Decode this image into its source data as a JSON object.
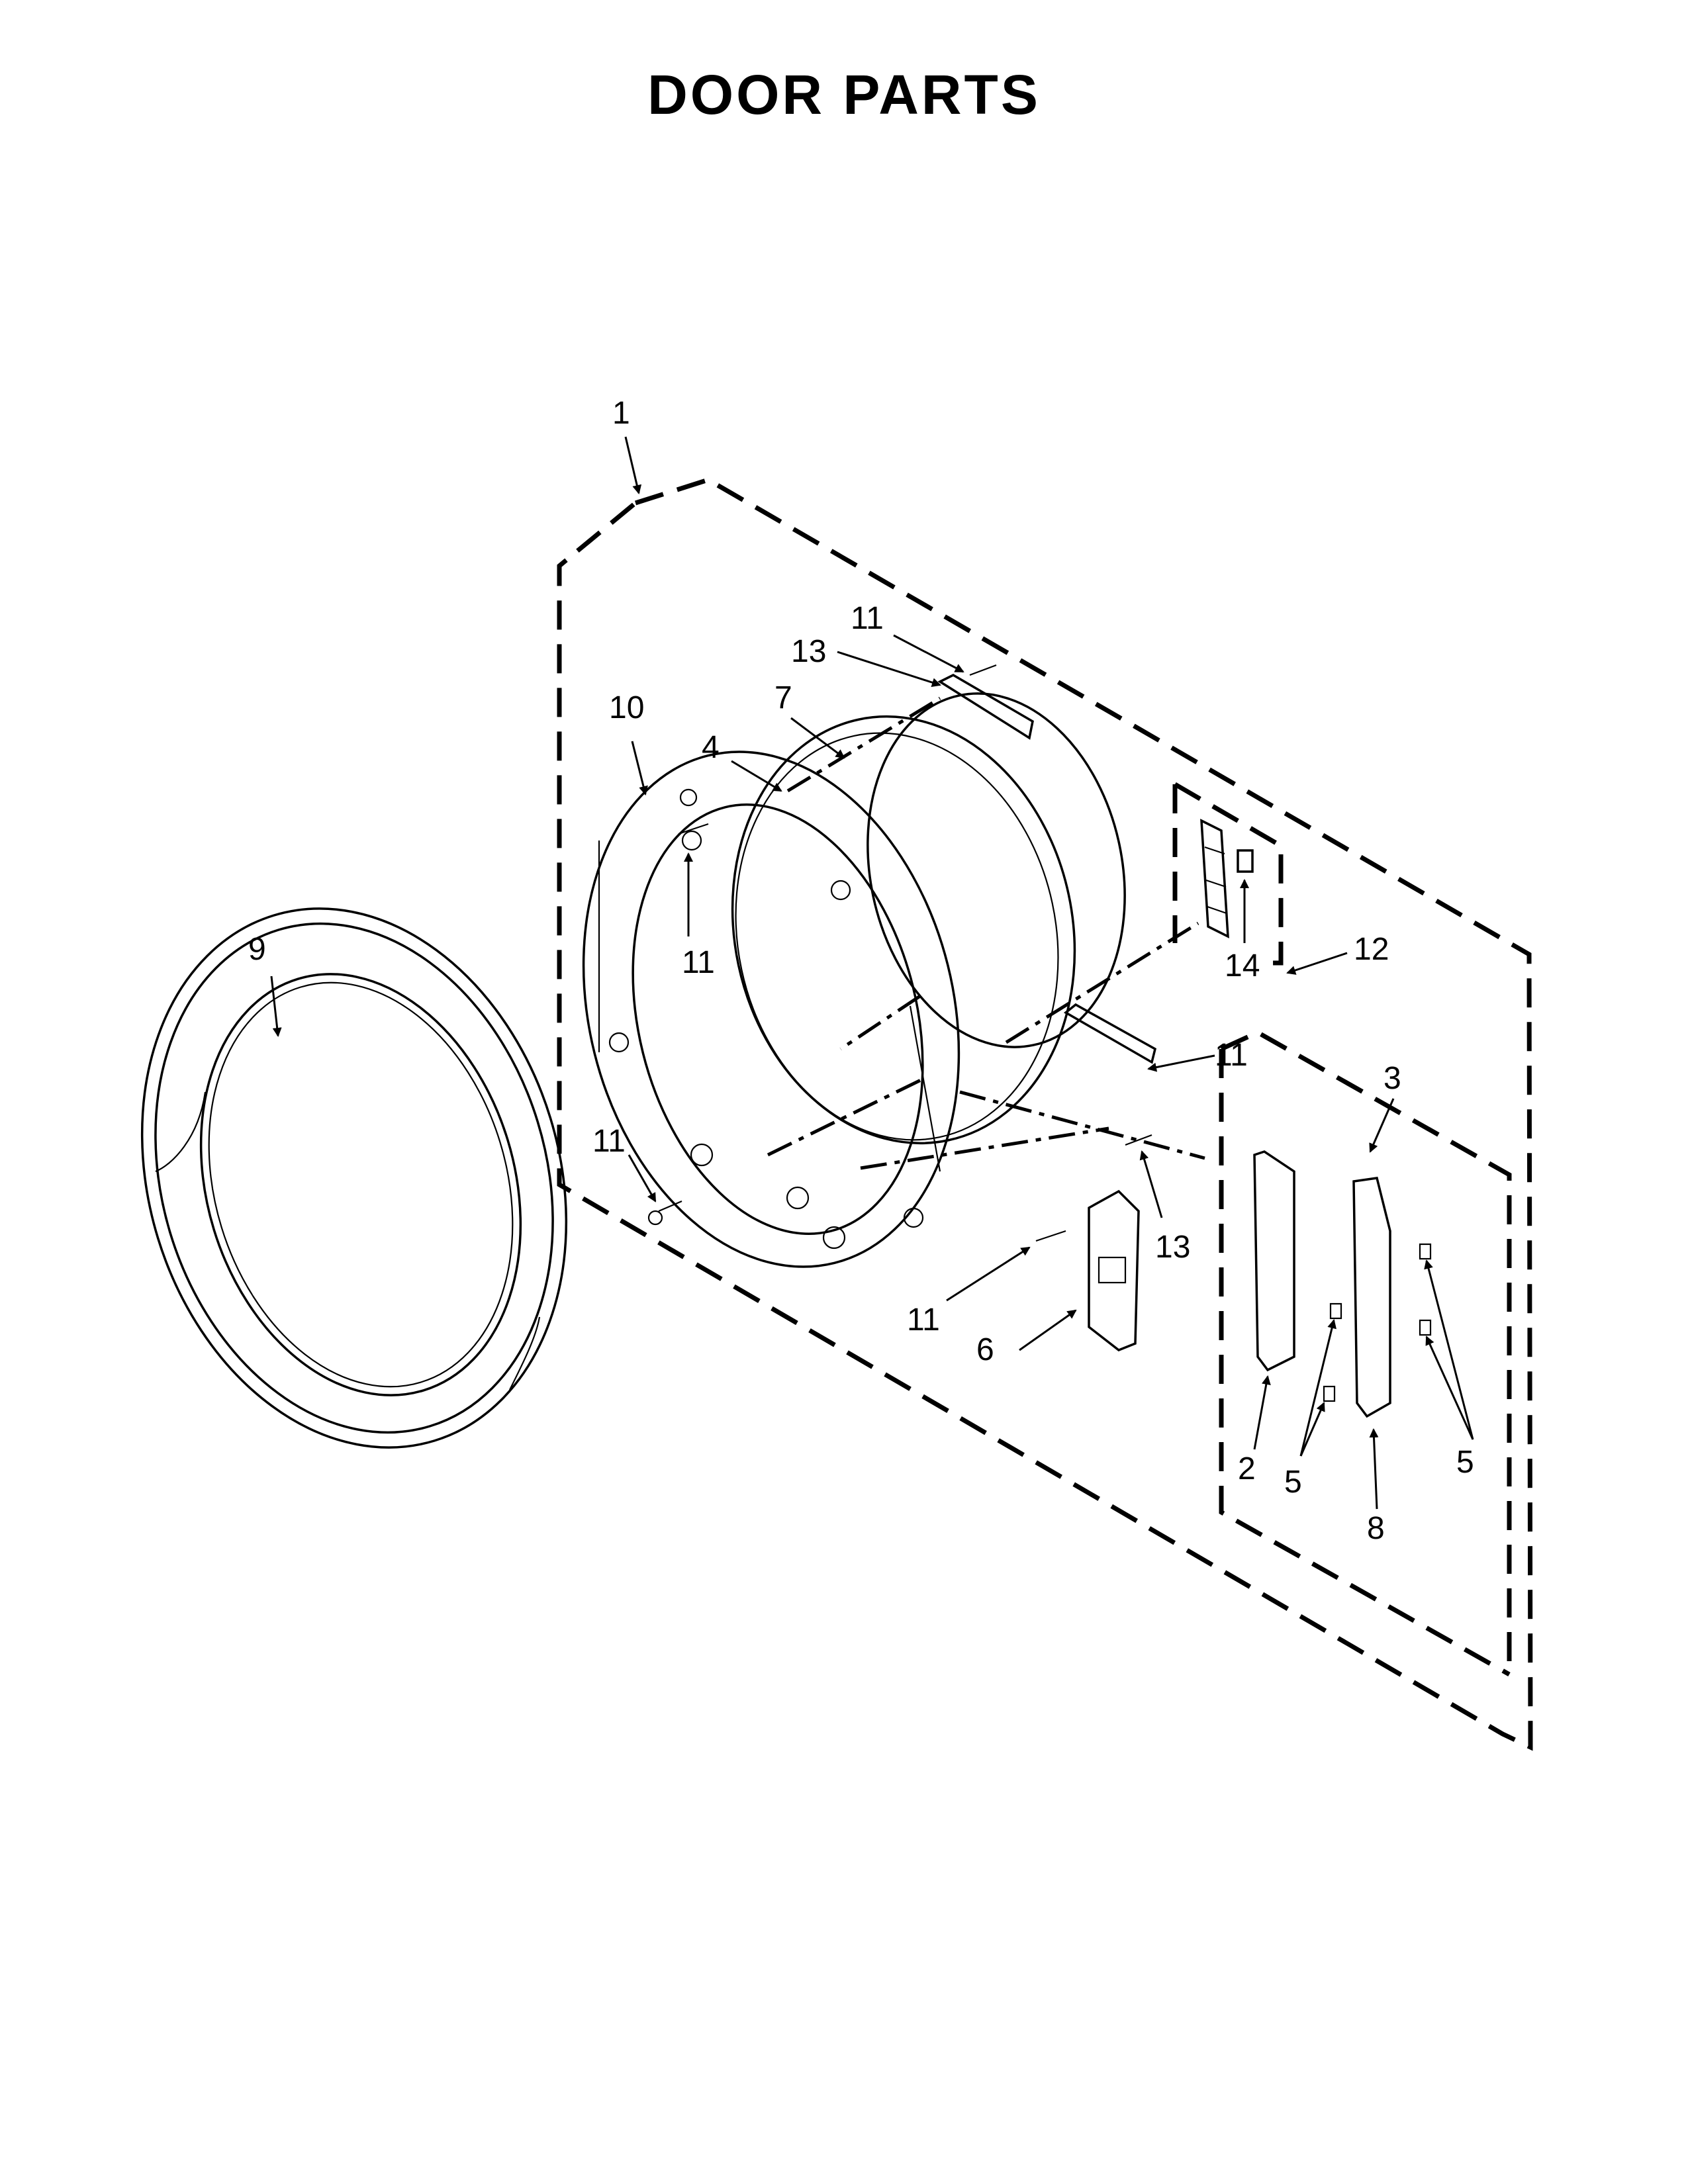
{
  "title": "DOOR PARTS",
  "callouts": [
    {
      "id": "1",
      "label": "1"
    },
    {
      "id": "2",
      "label": "2"
    },
    {
      "id": "3",
      "label": "3"
    },
    {
      "id": "4",
      "label": "4"
    },
    {
      "id": "5a",
      "label": "5"
    },
    {
      "id": "5b",
      "label": "5"
    },
    {
      "id": "6",
      "label": "6"
    },
    {
      "id": "7",
      "label": "7"
    },
    {
      "id": "8",
      "label": "8"
    },
    {
      "id": "9",
      "label": "9"
    },
    {
      "id": "10",
      "label": "10"
    },
    {
      "id": "11a",
      "label": "11"
    },
    {
      "id": "11b",
      "label": "11"
    },
    {
      "id": "11c",
      "label": "11"
    },
    {
      "id": "11d",
      "label": "11"
    },
    {
      "id": "11e",
      "label": "11"
    },
    {
      "id": "12",
      "label": "12"
    },
    {
      "id": "13a",
      "label": "13"
    },
    {
      "id": "13b",
      "label": "13"
    },
    {
      "id": "14",
      "label": "14"
    }
  ]
}
